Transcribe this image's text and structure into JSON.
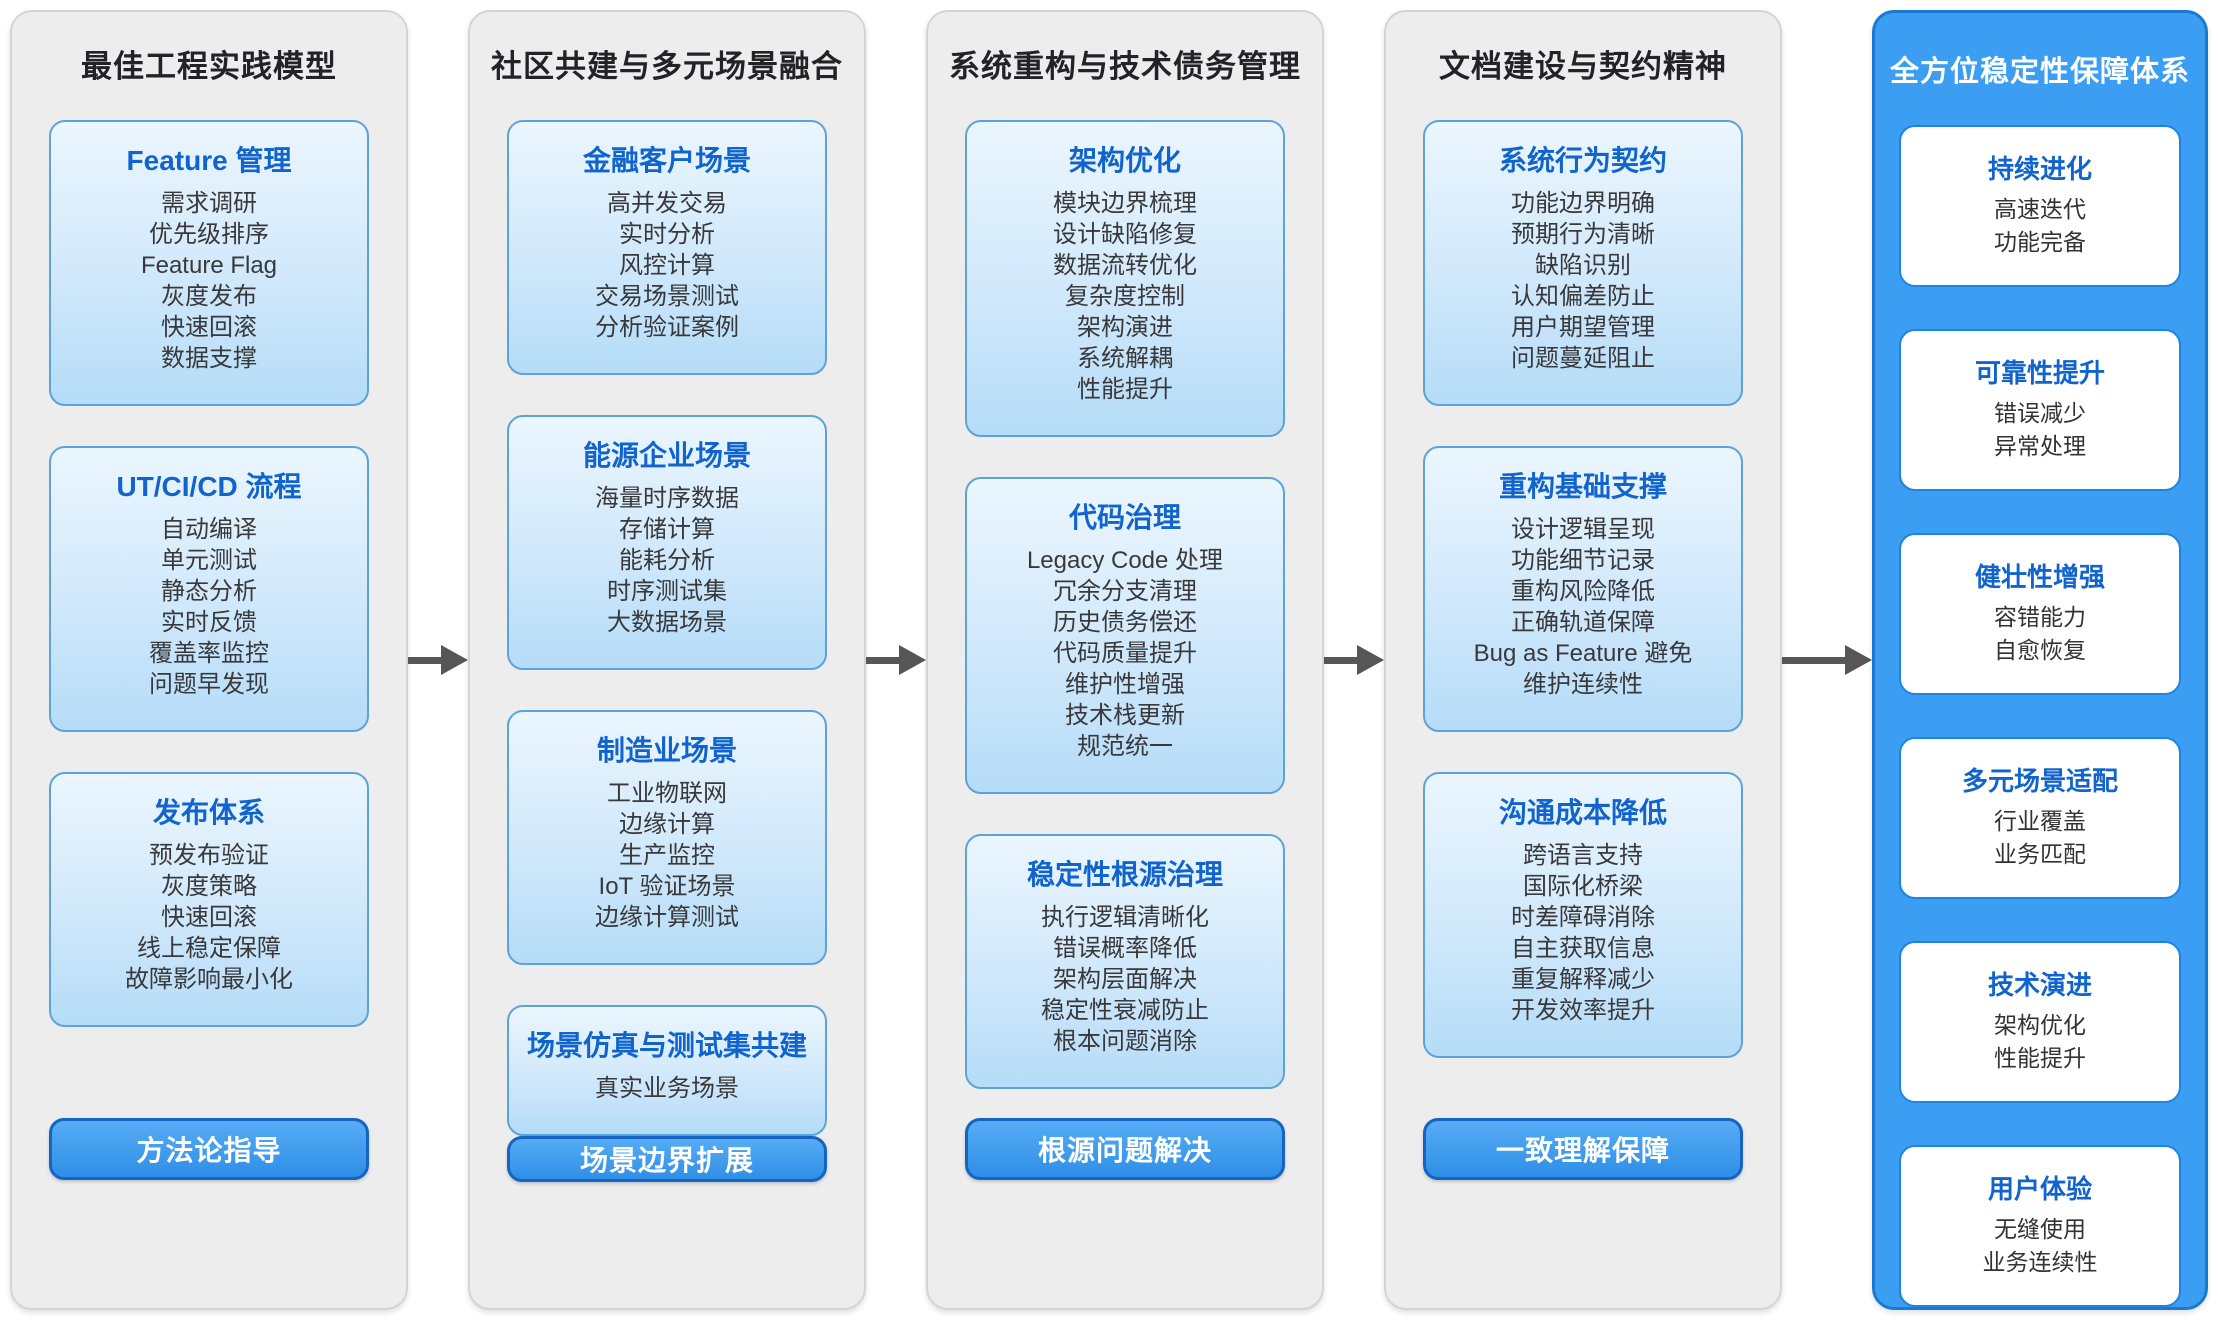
{
  "columns": [
    {
      "title": "最佳工程实践模型",
      "highlight": false,
      "cards": [
        {
          "title": "Feature 管理",
          "items": [
            "需求调研",
            "优先级排序",
            "Feature Flag",
            "灰度发布",
            "快速回滚",
            "数据支撑"
          ]
        },
        {
          "title": "UT/CI/CD 流程",
          "items": [
            "自动编译",
            "单元测试",
            "静态分析",
            "实时反馈",
            "覆盖率监控",
            "问题早发现"
          ]
        },
        {
          "title": "发布体系",
          "items": [
            "预发布验证",
            "灰度策略",
            "快速回滚",
            "线上稳定保障",
            "故障影响最小化"
          ]
        }
      ],
      "button": "方法论指导"
    },
    {
      "title": "社区共建与多元场景融合",
      "highlight": false,
      "cards": [
        {
          "title": "金融客户场景",
          "items": [
            "高并发交易",
            "实时分析",
            "风控计算",
            "交易场景测试",
            "分析验证案例"
          ]
        },
        {
          "title": "能源企业场景",
          "items": [
            "海量时序数据",
            "存储计算",
            "能耗分析",
            "时序测试集",
            "大数据场景"
          ]
        },
        {
          "title": "制造业场景",
          "items": [
            "工业物联网",
            "边缘计算",
            "生产监控",
            "IoT 验证场景",
            "边缘计算测试"
          ]
        },
        {
          "title": "场景仿真与测试集共建",
          "items": [
            "真实业务场景"
          ]
        }
      ],
      "button": "场景边界扩展"
    },
    {
      "title": "系统重构与技术债务管理",
      "highlight": false,
      "cards": [
        {
          "title": "架构优化",
          "items": [
            "模块边界梳理",
            "设计缺陷修复",
            "数据流转优化",
            "复杂度控制",
            "架构演进",
            "系统解耦",
            "性能提升"
          ]
        },
        {
          "title": "代码治理",
          "items": [
            "Legacy Code 处理",
            "冗余分支清理",
            "历史债务偿还",
            "代码质量提升",
            "维护性增强",
            "技术栈更新",
            "规范统一"
          ]
        },
        {
          "title": "稳定性根源治理",
          "items": [
            "执行逻辑清晰化",
            "错误概率降低",
            "架构层面解决",
            "稳定性衰减防止",
            "根本问题消除"
          ]
        }
      ],
      "button": "根源问题解决"
    },
    {
      "title": "文档建设与契约精神",
      "highlight": false,
      "cards": [
        {
          "title": "系统行为契约",
          "items": [
            "功能边界明确",
            "预期行为清晰",
            "缺陷识别",
            "认知偏差防止",
            "用户期望管理",
            "问题蔓延阻止"
          ]
        },
        {
          "title": "重构基础支撑",
          "items": [
            "设计逻辑呈现",
            "功能细节记录",
            "重构风险降低",
            "正确轨道保障",
            "Bug as Feature 避免",
            "维护连续性"
          ]
        },
        {
          "title": "沟通成本降低",
          "items": [
            "跨语言支持",
            "国际化桥梁",
            "时差障碍消除",
            "自主获取信息",
            "重复解释减少",
            "开发效率提升"
          ]
        }
      ],
      "button": "一致理解保障"
    },
    {
      "title": "全方位稳定性保障体系",
      "highlight": true,
      "cards": [
        {
          "title": "持续进化",
          "items": [
            "高速迭代",
            "功能完备"
          ]
        },
        {
          "title": "可靠性提升",
          "items": [
            "错误减少",
            "异常处理"
          ]
        },
        {
          "title": "健壮性增强",
          "items": [
            "容错能力",
            "自愈恢复"
          ]
        },
        {
          "title": "多元场景适配",
          "items": [
            "行业覆盖",
            "业务匹配"
          ]
        },
        {
          "title": "技术演进",
          "items": [
            "架构优化",
            "性能提升"
          ]
        },
        {
          "title": "用户体验",
          "items": [
            "无缝使用",
            "业务连续性"
          ]
        }
      ],
      "button": null
    }
  ],
  "arrows": {
    "icon": "right-arrow",
    "count": 4,
    "color": "#565656"
  },
  "colors": {
    "panel_bg": "#ededee",
    "panel_border": "#d4d4d6",
    "panel_title": "#232325",
    "card_border": "#5ea2da",
    "card_grad_top": "#ebf6fe",
    "card_grad_bottom": "#b5dcf8",
    "card_title_blue": "#1164cd",
    "item_text": "#39393b",
    "hl_bg": "#3b9ef2",
    "hl_border": "#1a7ad2",
    "hl_card_border": "#1f83e0",
    "button_grad_top": "#57acf4",
    "button_grad_bottom": "#2e8fe7",
    "button_border": "#1563c2",
    "arrow_color": "#565656"
  }
}
